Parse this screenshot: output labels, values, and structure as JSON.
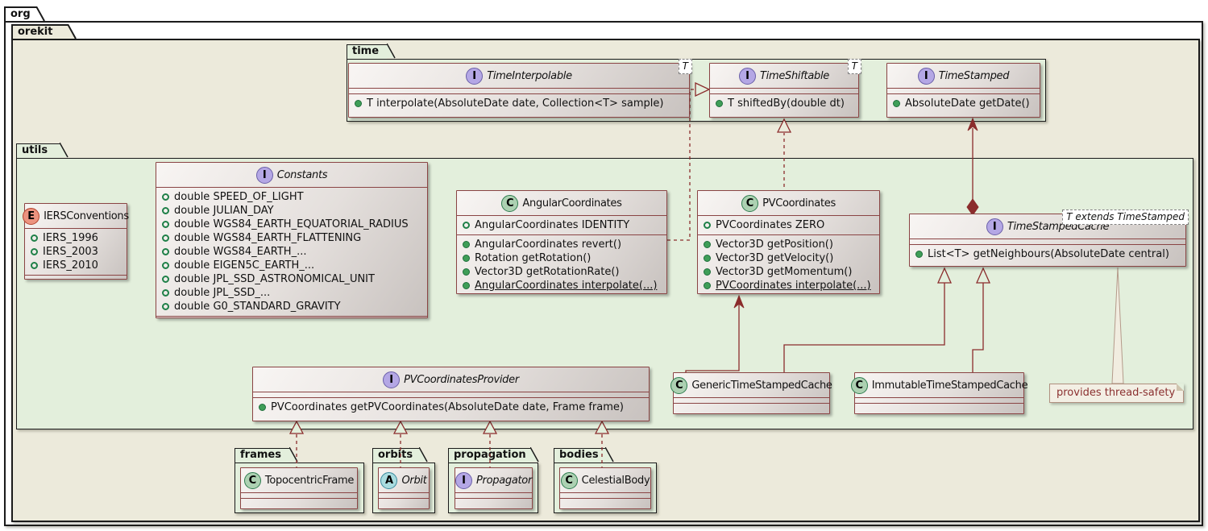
{
  "packages": {
    "org": {
      "label": "org"
    },
    "orekit": {
      "label": "orekit"
    },
    "time": {
      "label": "time"
    },
    "utils": {
      "label": "utils"
    },
    "frames": {
      "label": "frames"
    },
    "orbits": {
      "label": "orbits"
    },
    "propagation": {
      "label": "propagation"
    },
    "bodies": {
      "label": "bodies"
    }
  },
  "classes": [
    {
      "id": "time-interpolable",
      "stereo": "I",
      "kind": "interface",
      "name": "TimeInterpolable",
      "template": "T",
      "fields": [],
      "methods": [
        {
          "t": "T interpolate(AbsoluteDate date, Collection<T> sample)"
        }
      ]
    },
    {
      "id": "time-shiftable",
      "stereo": "I",
      "kind": "interface",
      "name": "TimeShiftable",
      "template": "T",
      "fields": [],
      "methods": [
        {
          "t": "T shiftedBy(double dt)"
        }
      ]
    },
    {
      "id": "time-stamped",
      "stereo": "I",
      "kind": "interface",
      "name": "TimeStamped",
      "fields": [],
      "methods": [
        {
          "t": "AbsoluteDate getDate()"
        }
      ]
    },
    {
      "id": "iers-conventions",
      "stereo": "E",
      "kind": "enum",
      "name": "IERSConventions",
      "fields": [
        "IERS_1996",
        "IERS_2003",
        "IERS_2010"
      ],
      "methods": []
    },
    {
      "id": "constants",
      "stereo": "I",
      "kind": "interface",
      "name": "Constants",
      "fields": [
        "double SPEED_OF_LIGHT",
        "double JULIAN_DAY",
        "double WGS84_EARTH_EQUATORIAL_RADIUS",
        "double WGS84_EARTH_FLATTENING",
        "double WGS84_EARTH_...",
        "double EIGEN5C_EARTH_...",
        "double JPL_SSD_ASTRONOMICAL_UNIT",
        "double JPL_SSD_...",
        "double G0_STANDARD_GRAVITY"
      ],
      "methods": []
    },
    {
      "id": "angular-coordinates",
      "stereo": "C",
      "kind": "class",
      "name": "AngularCoordinates",
      "fields": [
        "AngularCoordinates IDENTITY"
      ],
      "methods": [
        {
          "t": "AngularCoordinates revert()"
        },
        {
          "t": "Rotation getRotation()"
        },
        {
          "t": "Vector3D getRotationRate()"
        },
        {
          "t": "AngularCoordinates interpolate(...)",
          "u": true
        }
      ]
    },
    {
      "id": "pv-coordinates",
      "stereo": "C",
      "kind": "class",
      "name": "PVCoordinates",
      "fields": [
        "PVCoordinates ZERO"
      ],
      "methods": [
        {
          "t": "Vector3D getPosition()"
        },
        {
          "t": "Vector3D getVelocity()"
        },
        {
          "t": "Vector3D getMomentum()"
        },
        {
          "t": "PVCoordinates interpolate(...)",
          "u": true
        }
      ]
    },
    {
      "id": "time-stamped-cache",
      "stereo": "I",
      "kind": "interface",
      "name": "TimeStampedCache",
      "template": "T extends TimeStamped",
      "fields": [],
      "methods": [
        {
          "t": "List<T> getNeighbours(AbsoluteDate central)"
        }
      ]
    },
    {
      "id": "pv-coordinates-provider",
      "stereo": "I",
      "kind": "interface",
      "name": "PVCoordinatesProvider",
      "fields": [],
      "methods": [
        {
          "t": "PVCoordinates getPVCoordinates(AbsoluteDate date, Frame frame)"
        }
      ]
    },
    {
      "id": "generic-time-stamped-cache",
      "stereo": "C",
      "kind": "class",
      "name": "GenericTimeStampedCache",
      "fields": [],
      "methods": []
    },
    {
      "id": "immutable-time-stamped-cache",
      "stereo": "C",
      "kind": "class",
      "name": "ImmutableTimeStampedCache",
      "fields": [],
      "methods": []
    },
    {
      "id": "topocentric-frame",
      "stereo": "C",
      "kind": "class",
      "name": "TopocentricFrame",
      "fields": [],
      "methods": []
    },
    {
      "id": "orbit",
      "stereo": "A",
      "kind": "abstract",
      "name": "Orbit",
      "fields": [],
      "methods": []
    },
    {
      "id": "propagator",
      "stereo": "I",
      "kind": "interface",
      "name": "Propagator",
      "fields": [],
      "methods": []
    },
    {
      "id": "celestial-body",
      "stereo": "C",
      "kind": "class",
      "name": "CelestialBody",
      "fields": [],
      "methods": []
    }
  ],
  "relationships": [
    {
      "from": "AngularCoordinates",
      "to": "TimeShiftable",
      "type": "realization"
    },
    {
      "from": "PVCoordinates",
      "to": "TimeShiftable",
      "type": "realization"
    },
    {
      "from": "TimeStampedCache",
      "to": "TimeStamped",
      "type": "composition"
    },
    {
      "from": "GenericTimeStampedCache",
      "to": "PVCoordinates",
      "type": "association"
    },
    {
      "from": "GenericTimeStampedCache",
      "to": "TimeStampedCache",
      "type": "generalization"
    },
    {
      "from": "ImmutableTimeStampedCache",
      "to": "TimeStampedCache",
      "type": "generalization"
    },
    {
      "from": "TopocentricFrame",
      "to": "PVCoordinatesProvider",
      "type": "realization"
    },
    {
      "from": "Orbit",
      "to": "PVCoordinatesProvider",
      "type": "realization"
    },
    {
      "from": "Propagator",
      "to": "PVCoordinatesProvider",
      "type": "realization"
    },
    {
      "from": "CelestialBody",
      "to": "PVCoordinatesProvider",
      "type": "realization"
    },
    {
      "from": "TimeStampedCache",
      "to": "note",
      "type": "note-anchor"
    }
  ],
  "note": {
    "text": "provides thread-safety"
  },
  "colors": {
    "orekit_background": "#eceadb",
    "inner_package_background": "#e3efdc",
    "box_border": "#8a4444",
    "relation_line": "#8b2c2c",
    "interface_icon": "#B4A7E5",
    "class_icon": "#ADD1B2",
    "enum_icon": "#EB937F",
    "abstract_icon": "#A9DCDF",
    "note_text": "#8b3030"
  }
}
